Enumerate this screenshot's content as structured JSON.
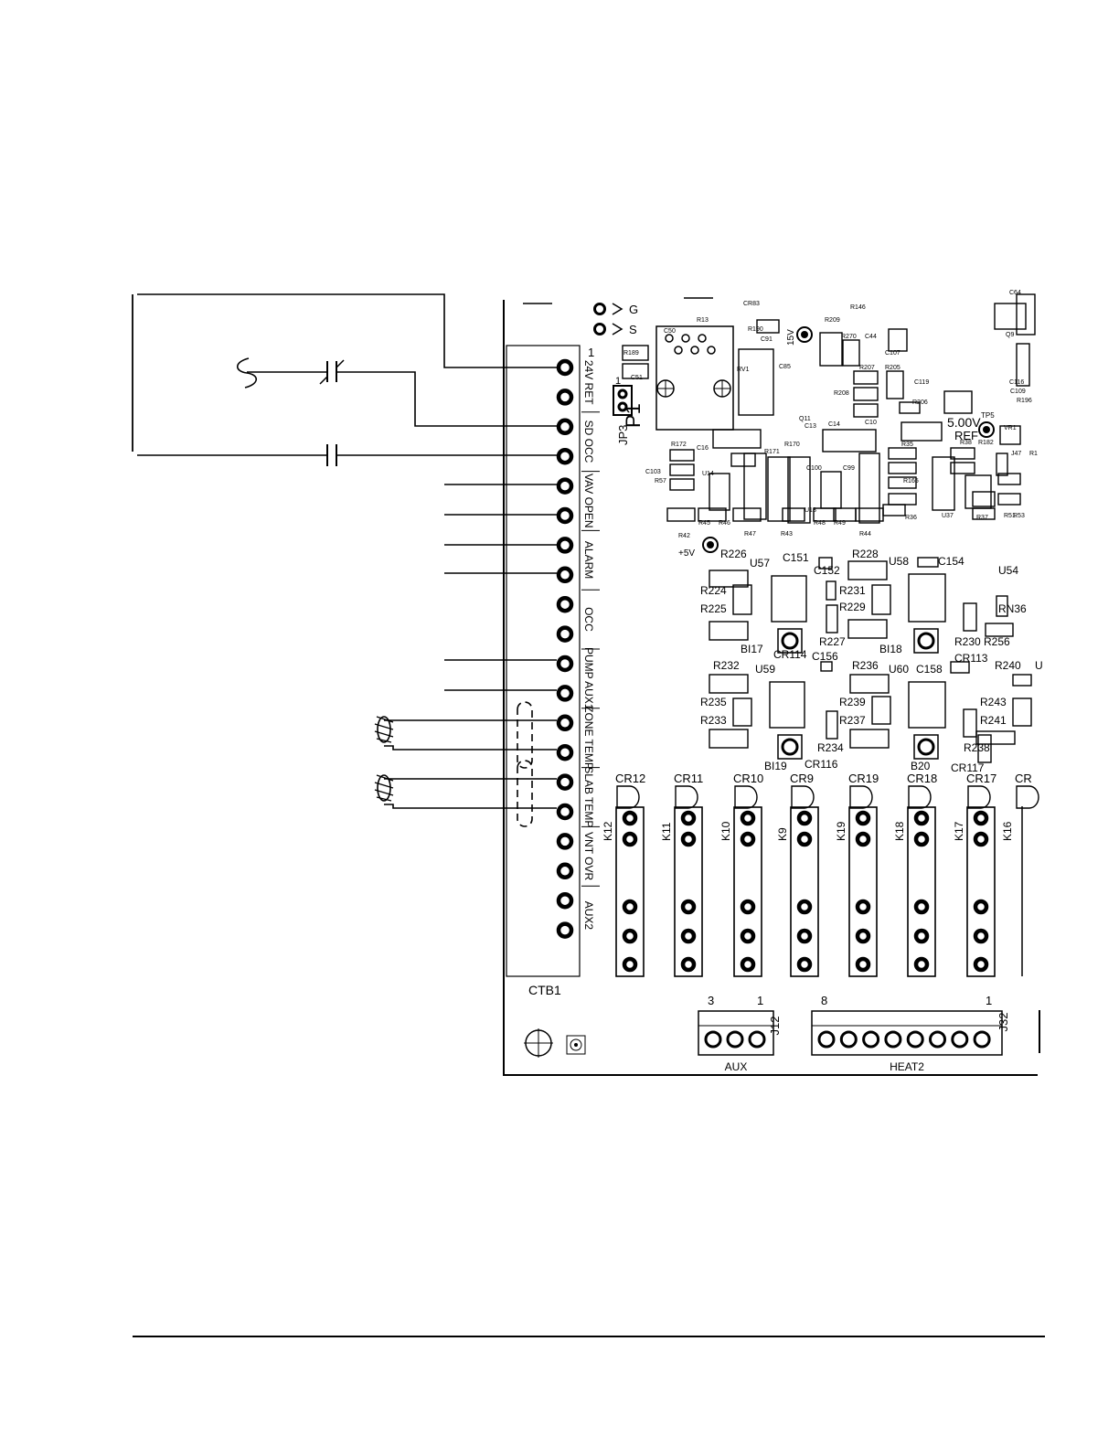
{
  "page": {
    "background": "#ffffff",
    "ink": "#000000"
  },
  "terminal_block": {
    "name": "CTB1",
    "pin1_label": "1",
    "groups": [
      {
        "label": "24V RET",
        "pins": 2
      },
      {
        "label": "SD OCC",
        "pins": 2
      },
      {
        "label": "VAV OPEN",
        "pins": 2
      },
      {
        "label": "ALARM",
        "pins": 2
      },
      {
        "label": "OCC",
        "pins": 2
      },
      {
        "label": "PUMP AUX1",
        "pins": 2
      },
      {
        "label": "ZONE TEMP",
        "pins": 2
      },
      {
        "label": "SLAB TEMP",
        "pins": 2
      },
      {
        "label": "VNT OVR",
        "pins": 2
      },
      {
        "label": "AUX2",
        "pins": 2
      }
    ]
  },
  "top_terminals": [
    "G",
    "S"
  ],
  "jumper": {
    "label": "JP3",
    "pin1": "1"
  },
  "connector_p1": "P1",
  "test_points": {
    "tp15": "15V",
    "ref_voltage": "5.00V",
    "ref_label": "REF",
    "tp5": "TP5",
    "tp7_label": "+5V"
  },
  "components_small": [
    "C50",
    "R13",
    "R189",
    "C51",
    "CR83",
    "R190",
    "C91",
    "R209",
    "R146",
    "C44",
    "R270",
    "R207",
    "R205",
    "C107",
    "C85",
    "RV1",
    "R208",
    "C119",
    "R206",
    "Q11",
    "C10",
    "C14",
    "C13",
    "R172",
    "C16",
    "R171",
    "R170",
    "C103",
    "R57",
    "R45",
    "R46",
    "R47",
    "R43",
    "R48",
    "R49",
    "R44",
    "R42",
    "C100",
    "C99",
    "R35",
    "R38",
    "R182",
    "R165",
    "R36",
    "R37",
    "R51",
    "R53",
    "R196",
    "C64",
    "Q9",
    "C116",
    "C109",
    "VR1",
    "R1",
    "J47",
    "U14",
    "U13",
    "U37"
  ],
  "components_large": [
    {
      "label": "R226"
    },
    {
      "label": "U57"
    },
    {
      "label": "C151"
    },
    {
      "label": "R228"
    },
    {
      "label": "U58"
    },
    {
      "label": "C154"
    },
    {
      "label": "U54"
    },
    {
      "label": "R224"
    },
    {
      "label": "R225"
    },
    {
      "label": "C152"
    },
    {
      "label": "R231"
    },
    {
      "label": "R229"
    },
    {
      "label": "RN36"
    },
    {
      "label": "BI17"
    },
    {
      "label": "CR114"
    },
    {
      "label": "R227"
    },
    {
      "label": "BI18"
    },
    {
      "label": "CR113"
    },
    {
      "label": "R230"
    },
    {
      "label": "R256"
    },
    {
      "label": "R232"
    },
    {
      "label": "U59"
    },
    {
      "label": "C156"
    },
    {
      "label": "R236"
    },
    {
      "label": "U60"
    },
    {
      "label": "C158"
    },
    {
      "label": "R240"
    },
    {
      "label": "U"
    },
    {
      "label": "R235"
    },
    {
      "label": "R239"
    },
    {
      "label": "R243"
    },
    {
      "label": "R233"
    },
    {
      "label": "R237"
    },
    {
      "label": "R241"
    },
    {
      "label": "BI19"
    },
    {
      "label": "CR116"
    },
    {
      "label": "R234"
    },
    {
      "label": "B20"
    },
    {
      "label": "CR117"
    },
    {
      "label": "R238"
    }
  ],
  "relays": [
    {
      "cr": "CR12",
      "k": "K12"
    },
    {
      "cr": "CR11",
      "k": "K11"
    },
    {
      "cr": "CR10",
      "k": "K10"
    },
    {
      "cr": "CR9",
      "k": "K9"
    },
    {
      "cr": "CR19",
      "k": "K19"
    },
    {
      "cr": "CR18",
      "k": "K18"
    },
    {
      "cr": "CR17",
      "k": "K17"
    },
    {
      "cr": "CR",
      "k": "K16"
    }
  ],
  "connectors": [
    {
      "id": "J12",
      "name": "AUX",
      "pin_first": "3",
      "pin_last": "1",
      "pins": 3
    },
    {
      "id": "J32",
      "name": "HEAT2",
      "pin_first": "8",
      "pin_last": "1",
      "pins": 8
    }
  ]
}
